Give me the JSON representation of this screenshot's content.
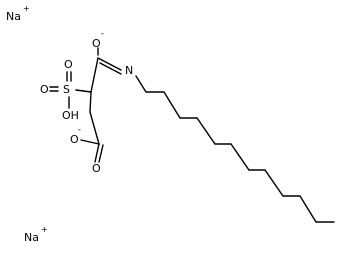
{
  "structure": {
    "counterions": [
      {
        "element": "Na",
        "charge": "+"
      },
      {
        "element": "Na",
        "charge": "+"
      }
    ],
    "labels": {
      "carbonyl_oxygen": {
        "text": "O",
        "charge": "-"
      },
      "amide_nitrogen": {
        "text": "N"
      },
      "sulfur": {
        "text": "S"
      },
      "sulfonyl_oxygen_top": {
        "text": "O"
      },
      "sulfonyl_oxygen_left": {
        "text": "O"
      },
      "sulfonate_hydroxyl": {
        "text": "OH"
      },
      "carboxylate_oxygen_minus": {
        "text": "O",
        "charge": "-"
      },
      "carboxylate_oxygen_double": {
        "text": "O"
      }
    },
    "colors": {
      "bond": "#000000",
      "text": "#000000",
      "background": "#ffffff"
    }
  }
}
